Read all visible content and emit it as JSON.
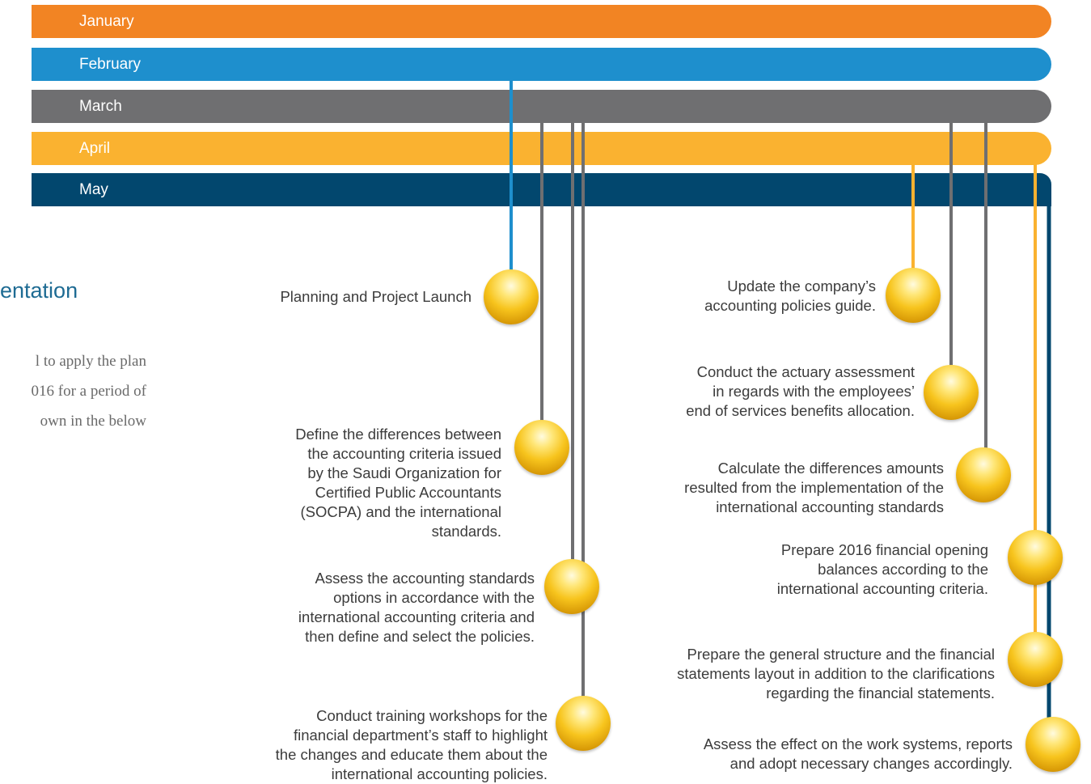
{
  "months": [
    "January",
    "February",
    "March",
    "April",
    "May"
  ],
  "section": {
    "heading": "entation",
    "intro_lines": [
      "l to apply the plan",
      "016 for a period of",
      "own in the below"
    ]
  },
  "tasks": [
    {
      "month": "February",
      "lines": [
        "Planning and Project Launch"
      ]
    },
    {
      "month": "March",
      "lines": [
        "Define the differences between",
        "the accounting criteria issued",
        "by the Saudi Organization for",
        "Certified Public Accountants",
        "(SOCPA) and the international",
        "standards."
      ]
    },
    {
      "month": "March",
      "lines": [
        "Assess the accounting standards",
        "options in accordance with the",
        "international accounting criteria and",
        "then define and select the policies."
      ]
    },
    {
      "month": "March",
      "lines": [
        "Conduct training workshops for the",
        "financial department’s staff to highlight",
        "the changes and educate them about the",
        "international accounting policies."
      ]
    },
    {
      "month": "April",
      "lines": [
        "Update the company’s",
        "accounting policies guide."
      ]
    },
    {
      "month": "March",
      "lines": [
        "Conduct the actuary assessment",
        "in regards with the employees’",
        "end of services benefits allocation."
      ]
    },
    {
      "month": "March",
      "lines": [
        "Calculate the differences amounts",
        "resulted from the implementation of the",
        "international accounting standards"
      ]
    },
    {
      "month": "April",
      "lines": [
        "Prepare 2016 financial opening",
        "balances according to the",
        "international accounting criteria."
      ]
    },
    {
      "month": "April",
      "lines": [
        "Prepare the general structure and the financial",
        "statements layout in addition to the clarifications",
        "regarding the financial statements."
      ]
    },
    {
      "month": "May",
      "lines": [
        "Assess the effect on the work systems, reports",
        "and adopt necessary changes accordingly."
      ]
    }
  ],
  "colors": {
    "January": "#f28423",
    "February": "#1e8fcd",
    "March": "#6f6f71",
    "April": "#fab230",
    "May": "#02476e",
    "ball": "#f7c41d"
  }
}
